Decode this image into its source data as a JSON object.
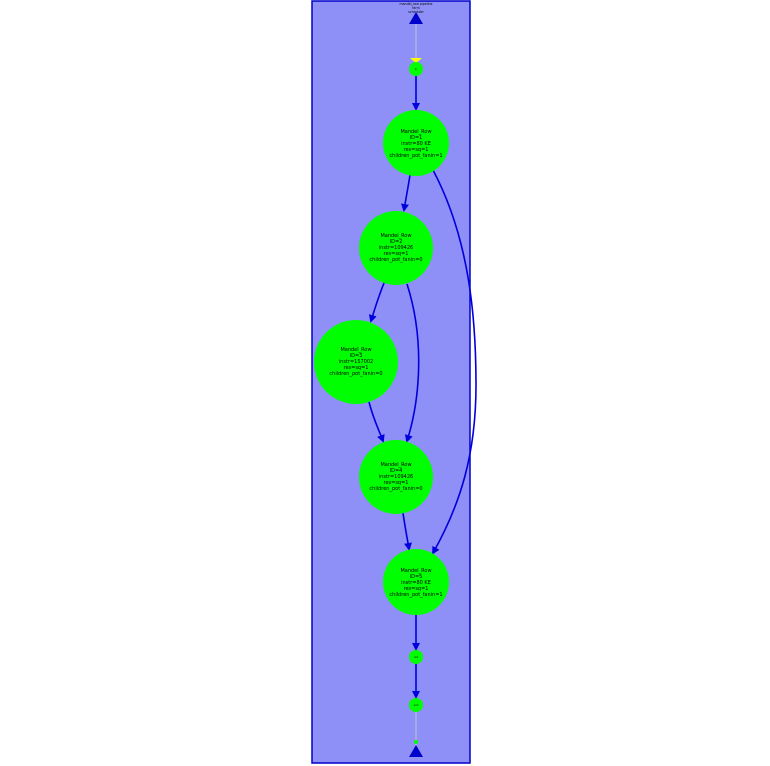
{
  "colors": {
    "cluster_fill": "#8f8ff8",
    "cluster_border": "#0000cc",
    "node_fill": "#00ff00",
    "edge": "#0000dd",
    "start_arrow": "#ffff00"
  },
  "cluster": {
    "label_lines": [
      "mandel_row pipeline",
      "farm",
      "scheduler"
    ]
  },
  "nodes": [
    {
      "id": "node-1",
      "label_lines": [
        "Mandel_Row",
        "ID=1",
        "instr=80 KE",
        "res=sq=1",
        "children_pot_fanin=1"
      ]
    },
    {
      "id": "node-2",
      "label_lines": [
        "Mandel_Row",
        "ID=2",
        "instr=109426",
        "res=sq=1",
        "children_pot_fanin=0"
      ]
    },
    {
      "id": "node-3",
      "label_lines": [
        "Mandel_Row",
        "ID=3",
        "instr=157002",
        "res=sq=1",
        "children_pot_fanin=0"
      ]
    },
    {
      "id": "node-4",
      "label_lines": [
        "Mandel_Row",
        "ID=4",
        "instr=109426",
        "res=sq=1",
        "children_pot_fanin=0"
      ]
    },
    {
      "id": "node-5",
      "label_lines": [
        "Mandel_Row",
        "ID=5",
        "instr=80 KE",
        "res=sq=1",
        "children_pot_fanin=1"
      ]
    }
  ],
  "small_nodes": [
    {
      "id": "entry",
      "label": "in"
    },
    {
      "id": "join",
      "label": "out"
    },
    {
      "id": "exit",
      "label": "end"
    }
  ],
  "icons": {
    "source": "triangle-up-icon",
    "sink": "triangle-up-icon"
  }
}
